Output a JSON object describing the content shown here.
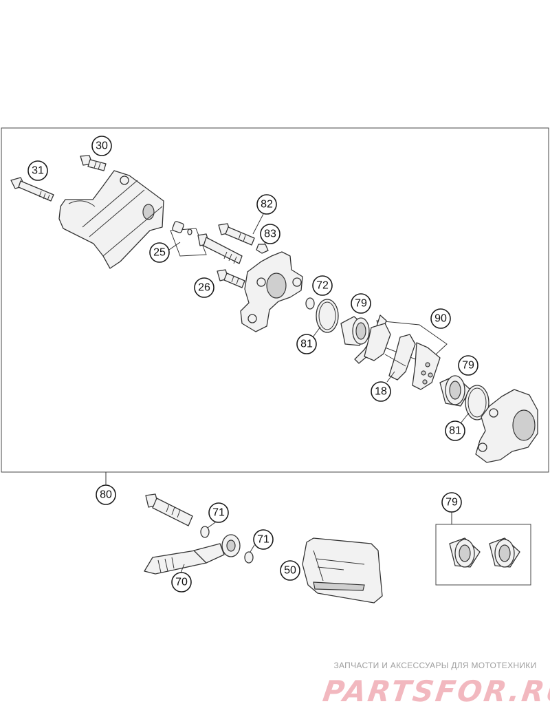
{
  "callouts": {
    "c30": "30",
    "c31": "31",
    "c82": "82",
    "c83": "83",
    "c25": "25",
    "c26": "26",
    "c72": "72",
    "c79a": "79",
    "c90": "90",
    "c81a": "81",
    "c18": "18",
    "c79b": "79",
    "c81b": "81",
    "c80": "80",
    "c71a": "71",
    "c71b": "71",
    "c70": "70",
    "c50": "50",
    "c79c": "79"
  },
  "watermark": {
    "tagline": "ЗАПЧАСТИ И АКСЕССУАРЫ ДЛЯ МОТОТЕХНИКИ",
    "logo": "PARTSFOR.RU"
  },
  "colors": {
    "outline": "#333333",
    "fill": "#f2f2f2",
    "watermark_logo": "#f2b8bf",
    "watermark_text": "#9e9e9e"
  }
}
